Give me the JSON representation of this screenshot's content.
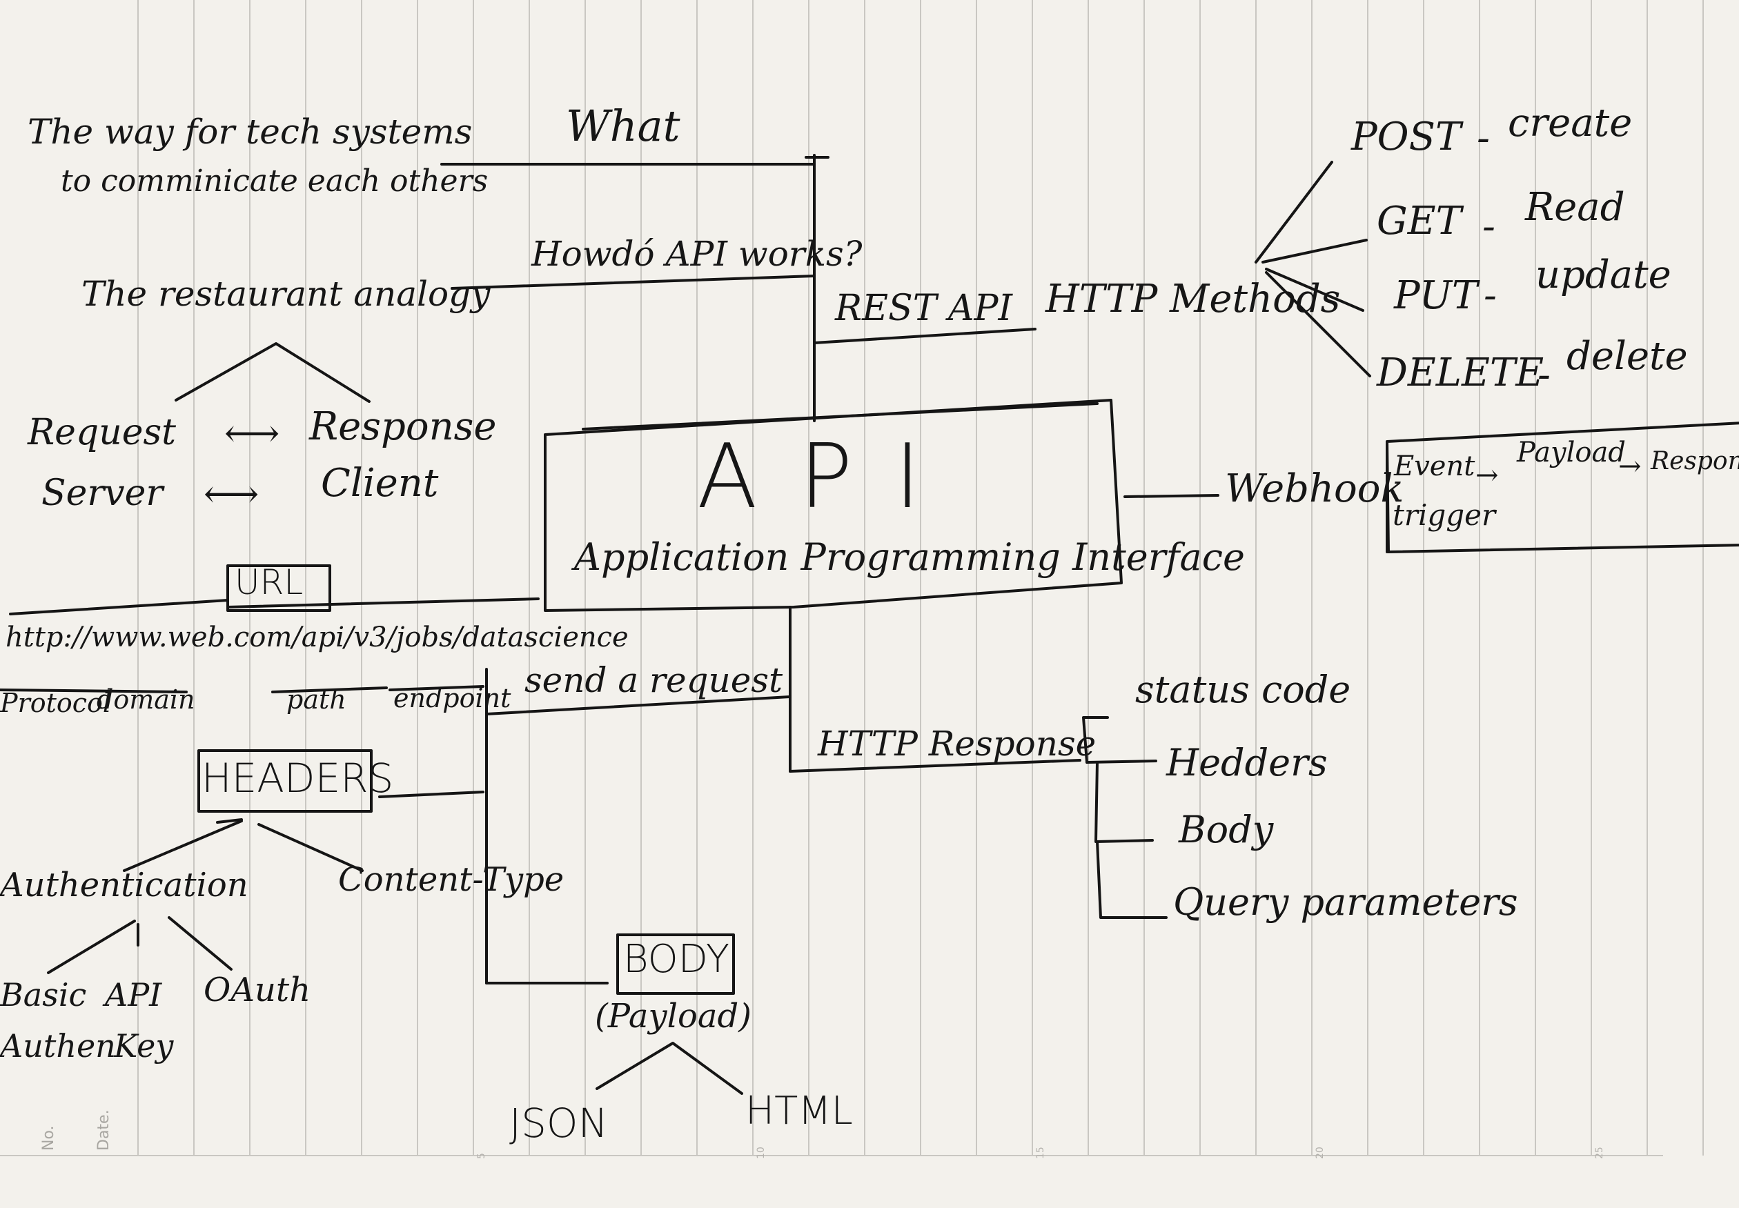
{
  "paper": {
    "margin_labels": [
      "No.",
      "Date."
    ],
    "tick_labels": [
      "5",
      "10",
      "15",
      "20",
      "25"
    ]
  },
  "center": {
    "title": "A P I",
    "subtitle": "Application Programming Interface"
  },
  "what": {
    "label": "What",
    "definition_line1": "The way for tech systems",
    "definition_line2": "to comminicate each others"
  },
  "how": {
    "label": "Howdó API works?",
    "analogy": "The restaurant analogy",
    "pairs": [
      {
        "left": "Request",
        "arrow": "⟷",
        "right": "Response"
      },
      {
        "left": "Server",
        "arrow": "⟷",
        "right": "Client"
      }
    ]
  },
  "rest": {
    "label": "REST API",
    "methods_label": "HTTP Methods",
    "methods": [
      {
        "verb": "POST",
        "sep": "-",
        "action": "create"
      },
      {
        "verb": "GET",
        "sep": "-",
        "action": "Read"
      },
      {
        "verb": "PUT",
        "sep": "-",
        "action": "update"
      },
      {
        "verb": "DELETE",
        "sep": "-",
        "action": "delete"
      }
    ]
  },
  "webhook": {
    "label": "Webhook",
    "flow": [
      "Event",
      "→",
      "Payload",
      "→",
      "Response"
    ],
    "trigger": "trigger"
  },
  "request": {
    "label": "send a request",
    "url": {
      "title": "URL",
      "example": "http://www.web.com/api/v3/jobs/datascience",
      "parts": [
        "Protocol",
        "domain",
        "path",
        "endpoint"
      ]
    },
    "headers": {
      "title": "HEADERS",
      "children": [
        "Authentication",
        "Content-Type"
      ],
      "auth_types": [
        {
          "line1": "Basic",
          "line2": "Authen"
        },
        {
          "line1": "API",
          "line2": "Key"
        },
        {
          "line1": "OAuth",
          "line2": ""
        }
      ]
    },
    "body": {
      "title": "BODY",
      "subtitle": "(Payload)",
      "formats": [
        "JSON",
        "HTML"
      ]
    }
  },
  "response": {
    "label": "HTTP Response",
    "items": [
      "status code",
      "Hedders",
      "Body",
      "Query parameters"
    ]
  }
}
